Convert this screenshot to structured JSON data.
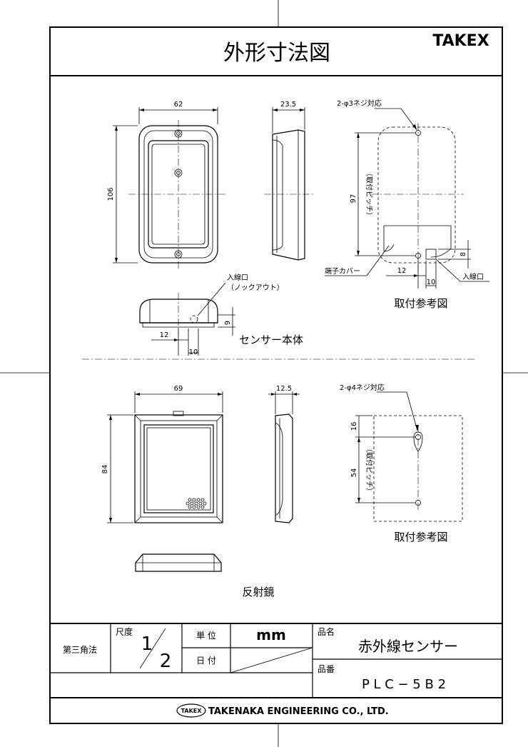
{
  "title": "外形寸法図",
  "brand": "TAKEX",
  "sensor_body": {
    "caption": "センサー本体",
    "width_dim": "62",
    "depth_dim": "23.5",
    "height_dim": "106",
    "screw_note": "2-φ3ネジ対応",
    "pitch_dim": "97",
    "pitch_note": "（取付ピッチ）",
    "terminal_cover": "端子カバー",
    "inlet": "入線口",
    "knockout_inlet": "入線口",
    "knockout_note": "（ノックアウト）",
    "dim_12": "12",
    "dim_10": "10",
    "dim_8": "8",
    "dim_9": "9",
    "bottom_dim_12": "12",
    "bottom_dim_10": "10",
    "mount_caption": "取付参考図"
  },
  "reflector": {
    "caption": "反射鏡",
    "width_dim": "69",
    "depth_dim": "12.5",
    "height_dim": "84",
    "screw_note": "2-φ4ネジ対応",
    "dim_16": "16",
    "pitch_dim": "54",
    "pitch_note": "（取付ピッチ）",
    "mount_caption": "取付参考図"
  },
  "title_block": {
    "projection": "第三角法",
    "scale_label": "尺度",
    "scale_num": "1",
    "scale_den": "2",
    "unit_label": "単 位",
    "unit_value": "mm",
    "date_label": "日 付",
    "product_name_label": "品名",
    "product_name": "赤外線センサー",
    "product_no_label": "品番",
    "product_no": "P L C − 5 B 2"
  },
  "footer": {
    "logo_text": "TAKEX",
    "company": "TAKENAKA ENGINEERING CO., LTD."
  }
}
